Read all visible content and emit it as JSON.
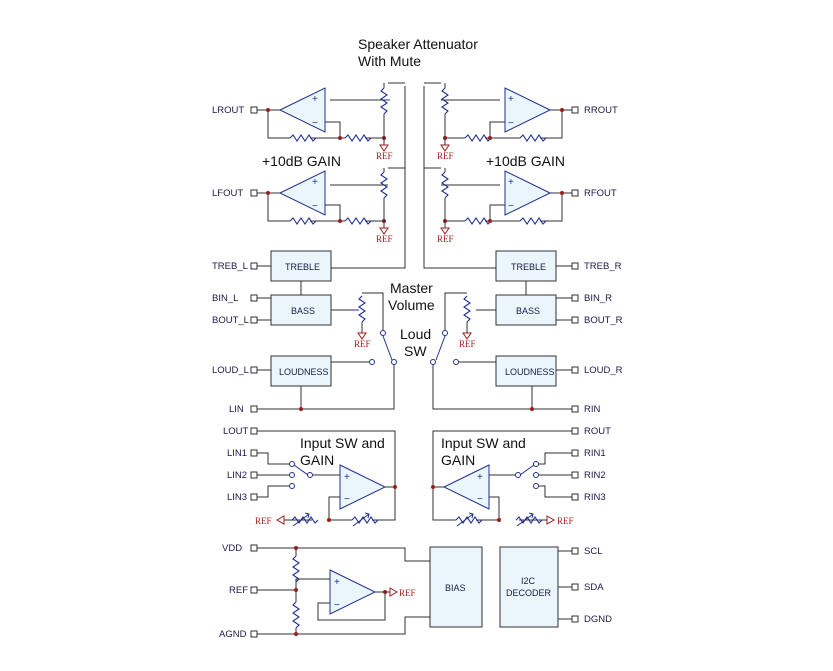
{
  "annotations": {
    "speaker_attenuator": [
      "Speaker Attenuator",
      "With Mute"
    ],
    "gain_left": "+10dB GAIN",
    "gain_right": "+10dB GAIN",
    "master_volume": [
      "Master",
      "Volume"
    ],
    "loud_sw": [
      "Loud",
      "SW"
    ],
    "input_sw_left": [
      "Input SW and",
      "GAIN"
    ],
    "input_sw_right": [
      "Input SW and",
      "GAIN"
    ]
  },
  "ref_label": "REF",
  "pins_left": {
    "lrout": "LROUT",
    "lfout": "LFOUT",
    "treb_l": "TREB_L",
    "bin_l": "BIN_L",
    "bout_l": "BOUT_L",
    "loud_l": "LOUD_L",
    "lin": "LIN",
    "lout": "LOUT",
    "lin1": "LIN1",
    "lin2": "LIN2",
    "lin3": "LIN3",
    "vdd": "VDD",
    "ref": "REF",
    "agnd": "AGND"
  },
  "pins_right": {
    "rrout": "RROUT",
    "rfout": "RFOUT",
    "treb_r": "TREB_R",
    "bin_r": "BIN_R",
    "bout_r": "BOUT_R",
    "loud_r": "LOUD_R",
    "rin": "RIN",
    "rout": "ROUT",
    "rin1": "RIN1",
    "rin2": "RIN2",
    "rin3": "RIN3",
    "scl": "SCL",
    "sda": "SDA",
    "dgnd": "DGND"
  },
  "blocks": {
    "treble_l": "TREBLE",
    "treble_r": "TREBLE",
    "bass_l": "BASS",
    "bass_r": "BASS",
    "loudness_l": "LOUDNESS",
    "loudness_r": "LOUDNESS",
    "bias": "BIAS",
    "i2c_decoder": [
      "I2C",
      "DECODER"
    ]
  },
  "opamp_signs": {
    "plus": "+",
    "minus": "−"
  }
}
